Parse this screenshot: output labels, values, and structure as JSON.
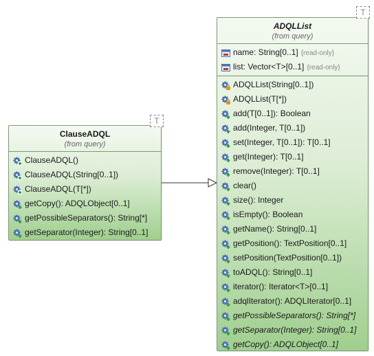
{
  "clause": {
    "name": "ClauseADQL",
    "stereotype": "(from query)",
    "template_param": "T",
    "methods": [
      {
        "text": "ClauseADQL()",
        "icon": "constructor-icon"
      },
      {
        "text": "ClauseADQL(String[0..1])",
        "icon": "constructor-icon"
      },
      {
        "text": "ClauseADQL(T[*])",
        "icon": "constructor-icon"
      },
      {
        "text": "getCopy(): ADQLObject[0..1]",
        "icon": "public-operation-icon"
      },
      {
        "text": "getPossibleSeparators(): String[*]",
        "icon": "public-operation-icon"
      },
      {
        "text": "getSeparator(Integer): String[0..1]",
        "icon": "public-operation-icon"
      }
    ]
  },
  "list": {
    "name": "ADQLList",
    "stereotype": "(from query)",
    "template_param": "T",
    "attributes": [
      {
        "text": "name: String[0..1]",
        "tag": "{read-only}",
        "icon": "attribute-icon"
      },
      {
        "text": "list: Vector<T>[0..1]",
        "tag": "{read-only}",
        "icon": "attribute-icon"
      }
    ],
    "methods": [
      {
        "text": "ADQLList(String[0..1])",
        "icon": "protected-constructor-icon",
        "italic": false
      },
      {
        "text": "ADQLList(T[*])",
        "icon": "protected-constructor-icon",
        "italic": false
      },
      {
        "text": "add(T[0..1]): Boolean",
        "icon": "public-operation-icon",
        "italic": false
      },
      {
        "text": "add(Integer, T[0..1])",
        "icon": "public-operation-icon",
        "italic": false
      },
      {
        "text": "set(Integer, T[0..1]): T[0..1]",
        "icon": "public-operation-icon",
        "italic": false
      },
      {
        "text": "get(Integer): T[0..1]",
        "icon": "public-operation-icon",
        "italic": false
      },
      {
        "text": "remove(Integer): T[0..1]",
        "icon": "public-operation-icon",
        "italic": false
      },
      {
        "text": "clear()",
        "icon": "public-operation-icon",
        "italic": false
      },
      {
        "text": "size(): Integer",
        "icon": "public-operation-icon",
        "italic": false
      },
      {
        "text": "isEmpty(): Boolean",
        "icon": "public-operation-icon",
        "italic": false
      },
      {
        "text": "getName(): String[0..1]",
        "icon": "public-operation-icon",
        "italic": false
      },
      {
        "text": "getPosition(): TextPosition[0..1]",
        "icon": "public-operation-icon",
        "italic": false
      },
      {
        "text": "setPosition(TextPosition[0..1])",
        "icon": "public-operation-icon",
        "italic": false
      },
      {
        "text": "toADQL(): String[0..1]",
        "icon": "public-operation-icon",
        "italic": false
      },
      {
        "text": "iterator(): Iterator<T>[0..1]",
        "icon": "public-operation-icon",
        "italic": false
      },
      {
        "text": "adqlIterator(): ADQLIterator[0..1]",
        "icon": "public-operation-icon",
        "italic": false
      },
      {
        "text": "getPossibleSeparators(): String[*]",
        "icon": "public-operation-icon",
        "italic": true
      },
      {
        "text": "getSeparator(Integer): String[0..1]",
        "icon": "public-operation-icon",
        "italic": true
      },
      {
        "text": "getCopy(): ADQLObject[0..1]",
        "icon": "public-operation-icon",
        "italic": true
      }
    ]
  },
  "colors": {
    "border": "#7a9a72",
    "fill_top": "#f4f9f1",
    "fill_bottom": "#9fcf8e",
    "gear": "#4a72b0",
    "plus": "#2e9e3e",
    "lock": "#d49a18",
    "attr_red": "#c0392b"
  }
}
